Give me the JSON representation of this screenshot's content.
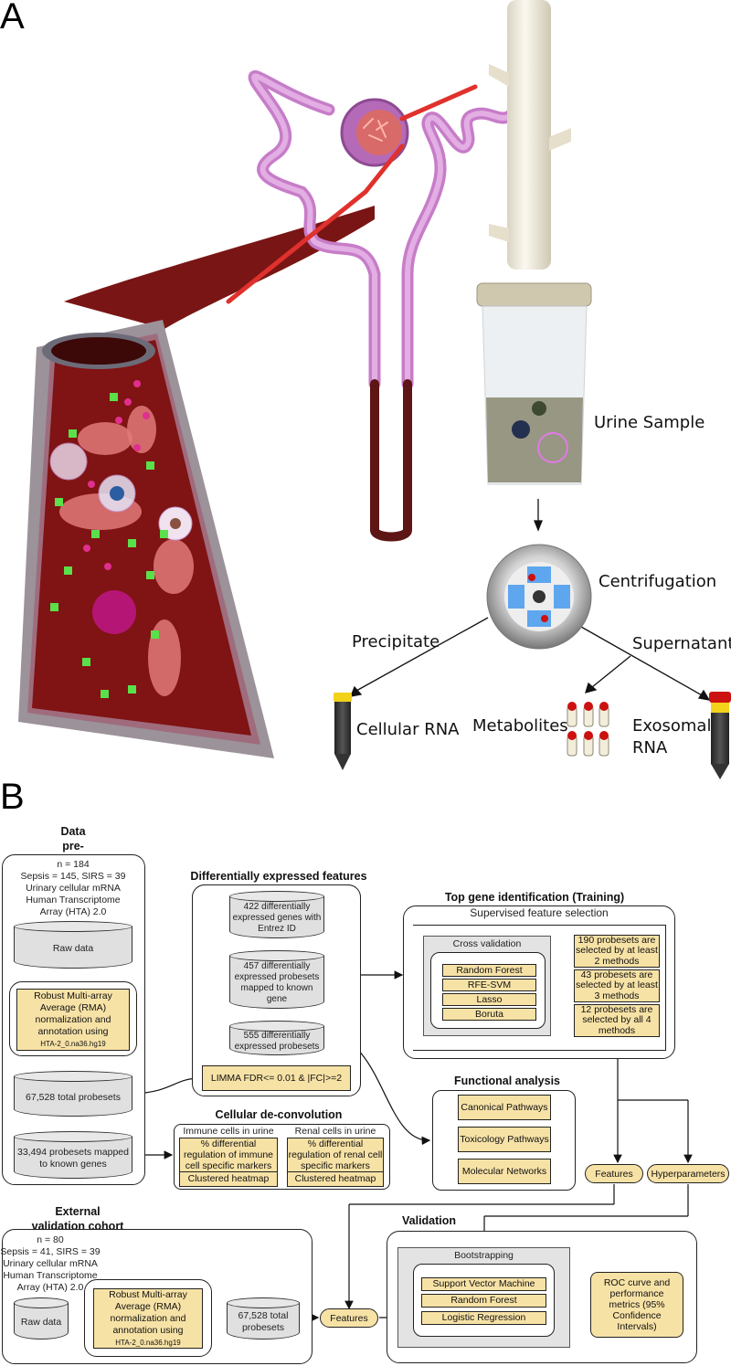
{
  "panel_a": {
    "letter": "A",
    "labels": {
      "urine_sample": "Urine Sample",
      "centrifugation": "Centrifugation",
      "precipitate": "Precipitate",
      "supernatant": "Supernatant",
      "cellular_rna": "Cellular RNA",
      "metabolites": "Metabolites",
      "exosomal_rna_1": "Exosomal",
      "exosomal_rna_2": "RNA"
    },
    "colors": {
      "vessel": "#8b1a1a",
      "tubule": "#cf8fd0",
      "collecting_duct": "#f1ecdd",
      "metabolite_cap": "#cc1111",
      "cellular_cap": "#f2d21b"
    }
  },
  "panel_b": {
    "letter": "B",
    "data_preprocessing": {
      "title_1": "Data",
      "title_2": "pre-processing",
      "info": [
        "n = 184",
        "Sepsis = 145, SIRS = 39",
        "Urinary cellular mRNA",
        "Human Transcriptome",
        "Array (HTA) 2.0"
      ],
      "raw_data": "Raw data",
      "rma": [
        "Robust Multi-array",
        "Average (RMA)",
        "normalization and",
        "annotation using"
      ],
      "rma_annotation": "HTA-2_0.na36.hg19",
      "total_probesets": "67,528 total probesets",
      "mapped": [
        "33,494 probesets mapped",
        "to known genes"
      ]
    },
    "differential": {
      "title": "Differentially expressed features",
      "genes_422": [
        "422 differentially",
        "expressed genes with",
        "Entrez ID"
      ],
      "probesets_457": [
        "457 differentially",
        "expressed probesets",
        "mapped to known",
        "gene"
      ],
      "probesets_555": [
        "555 differentially",
        "expressed probesets"
      ],
      "limma": "LIMMA FDR<= 0.01 & |FC|>=2"
    },
    "deconvolution": {
      "title": "Cellular de-convolution",
      "immune_header": "Immune cells in urine",
      "immune_body": [
        "% differential",
        "regulation of immune",
        "cell specific markers"
      ],
      "renal_header": "Renal cells in urine",
      "renal_body": [
        "% differential",
        "regulation of renal cell",
        "specific markers"
      ],
      "heatmap": "Clustered heatmap"
    },
    "top_gene": {
      "title": "Top gene identification (Training)",
      "subtitle": "Supervised feature selection",
      "cross_validation": "Cross validation",
      "methods": [
        "Random Forest",
        "RFE-SVM",
        "Lasso",
        "Boruta"
      ],
      "results": [
        [
          "190 probesets are",
          "selected by at least",
          "2 methods"
        ],
        [
          "43 probesets are",
          "selected by at least",
          "3 methods"
        ],
        [
          "12 probesets are",
          "selected by all 4",
          "methods"
        ]
      ]
    },
    "functional": {
      "title": "Functional analysis",
      "items": [
        "Canonical Pathways",
        "Toxicology Pathways",
        "Molecular Networks"
      ]
    },
    "features_label": "Features",
    "hyperparameters_label": "Hyperparameters",
    "external": {
      "title_1": "External",
      "title_2": "validation cohort",
      "info": [
        "n = 80",
        "Sepsis = 41, SIRS = 39",
        "Urinary cellular mRNA",
        "Human Transcriptome",
        "Array (HTA) 2.0"
      ],
      "raw_data": "Raw data",
      "rma": [
        "Robust Multi-array",
        "Average (RMA)",
        "normalization and",
        "annotation using"
      ],
      "rma_annotation": "HTA-2_0.na36.hg19",
      "total": [
        "67,528 total",
        "probesets"
      ],
      "features": "Features"
    },
    "validation": {
      "title": "Validation",
      "bootstrapping": "Bootstrapping",
      "models": [
        "Support Vector Machine",
        "Random Forest",
        "Logistic Regression"
      ],
      "roc": [
        "ROC curve and",
        "performance",
        "metrics (95%",
        "Confidence",
        "Intervals)"
      ]
    }
  }
}
